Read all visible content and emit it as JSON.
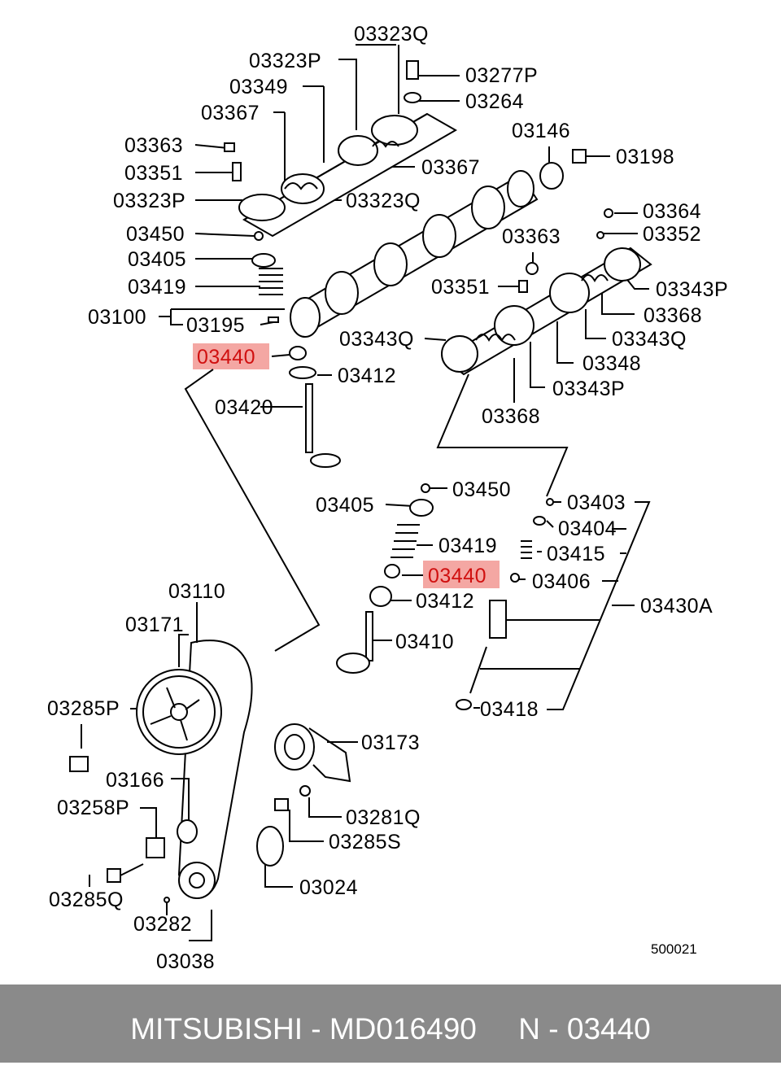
{
  "labels": {
    "l03323Q_top": "03323Q",
    "l03323P_top": "03323P",
    "l03277P": "03277P",
    "l03349": "03349",
    "l03264": "03264",
    "l03367_a": "03367",
    "l03146": "03146",
    "l03363_a": "03363",
    "l03198": "03198",
    "l03367_b": "03367",
    "l03351_a": "03351",
    "l03323P_mid": "03323P",
    "l03323Q_mid": "03323Q",
    "l03364": "03364",
    "l03450_a": "03450",
    "l03352": "03352",
    "l03363_b": "03363",
    "l03405_a": "03405",
    "l03419_a": "03419",
    "l03351_b": "03351",
    "l03343P_a": "03343P",
    "l03100": "03100",
    "l03368_a": "03368",
    "l03195": "03195",
    "l03343Q_a": "03343Q",
    "l03343Q_b": "03343Q",
    "l03440_a": "03440",
    "l03348": "03348",
    "l03412_a": "03412",
    "l03343P_b": "03343P",
    "l03420": "03420",
    "l03368_b": "03368",
    "l03450_b": "03450",
    "l03405_b": "03405",
    "l03403": "03403",
    "l03404": "03404",
    "l03419_b": "03419",
    "l03415": "03415",
    "l03440_b": "03440",
    "l03406": "03406",
    "l03110": "03110",
    "l03412_b": "03412",
    "l03430A": "03430A",
    "l03171": "03171",
    "l03410": "03410",
    "l03285P": "03285P",
    "l03418": "03418",
    "l03173": "03173",
    "l03166": "03166",
    "l03258P": "03258P",
    "l03281Q": "03281Q",
    "l03285S": "03285S",
    "l03024": "03024",
    "l03285Q": "03285Q",
    "l03282": "03282",
    "l03038": "03038"
  },
  "diagram_code": "500021",
  "footer": {
    "text": "MITSUBISHI - MD016490     N - 03440"
  },
  "highlight_color": "#f4a7a3",
  "highlight_text_color": "#d01010",
  "footer_color": "#8a8a8a"
}
